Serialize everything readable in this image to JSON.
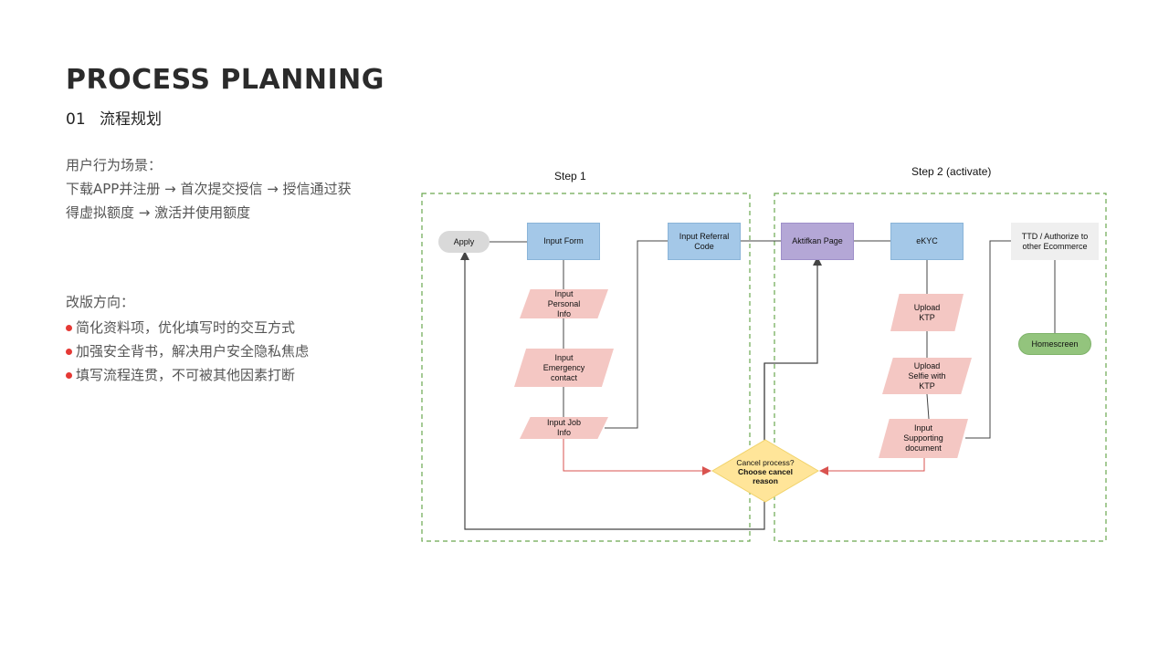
{
  "header": {
    "title": "PROCESS PLANNING",
    "section_number": "01",
    "section_title": "流程规划"
  },
  "scenario": {
    "label": "用户行为场景：",
    "flow_line1": "下载APP并注册 → 首次提交授信 → 授信通过获",
    "flow_line2": "得虚拟额度 → 激活并使用额度"
  },
  "direction": {
    "label": "改版方向：",
    "items": [
      "简化资料项，优化填写时的交互方式",
      "加强安全背书，解决用户安全隐私焦虑",
      "填写流程连贯，不可被其他因素打断"
    ]
  },
  "diagram": {
    "step1_label": "Step 1",
    "step2_label": "Step 2 (activate)",
    "nodes": {
      "apply": "Apply",
      "input_form": "Input Form",
      "input_referral_line1": "Input Referral",
      "input_referral_line2": "Code",
      "personal_line1": "Input",
      "personal_line2": "Personal",
      "personal_line3": "Info",
      "emergency_line1": "Input",
      "emergency_line2": "Emergency",
      "emergency_line3": "contact",
      "job_line1": "Input Job",
      "job_line2": "Info",
      "aktifkan": "Aktifkan Page",
      "ekyc": "eKYC",
      "ttd_line1": "TTD / Authorize to",
      "ttd_line2": "other Ecommerce",
      "homescreen": "Homescreen",
      "upload_ktp_line1": "Upload",
      "upload_ktp_line2": "KTP",
      "selfie_line1": "Upload",
      "selfie_line2": "Selfie with",
      "selfie_line3": "KTP",
      "supporting_line1": "Input",
      "supporting_line2": "Supporting",
      "supporting_line3": "document",
      "cancel_line1": "Cancel process?",
      "cancel_line2": "Choose cancel",
      "cancel_line3": "reason"
    },
    "colors": {
      "blue": "#a4c8e8",
      "purple": "#b4a7d6",
      "pink": "#f4c7c3",
      "yellow": "#ffe599",
      "green": "#93c47d",
      "gray": "#d9d9d9",
      "dashed_border": "#6aa84f",
      "red_arrow": "#d9534f"
    }
  }
}
